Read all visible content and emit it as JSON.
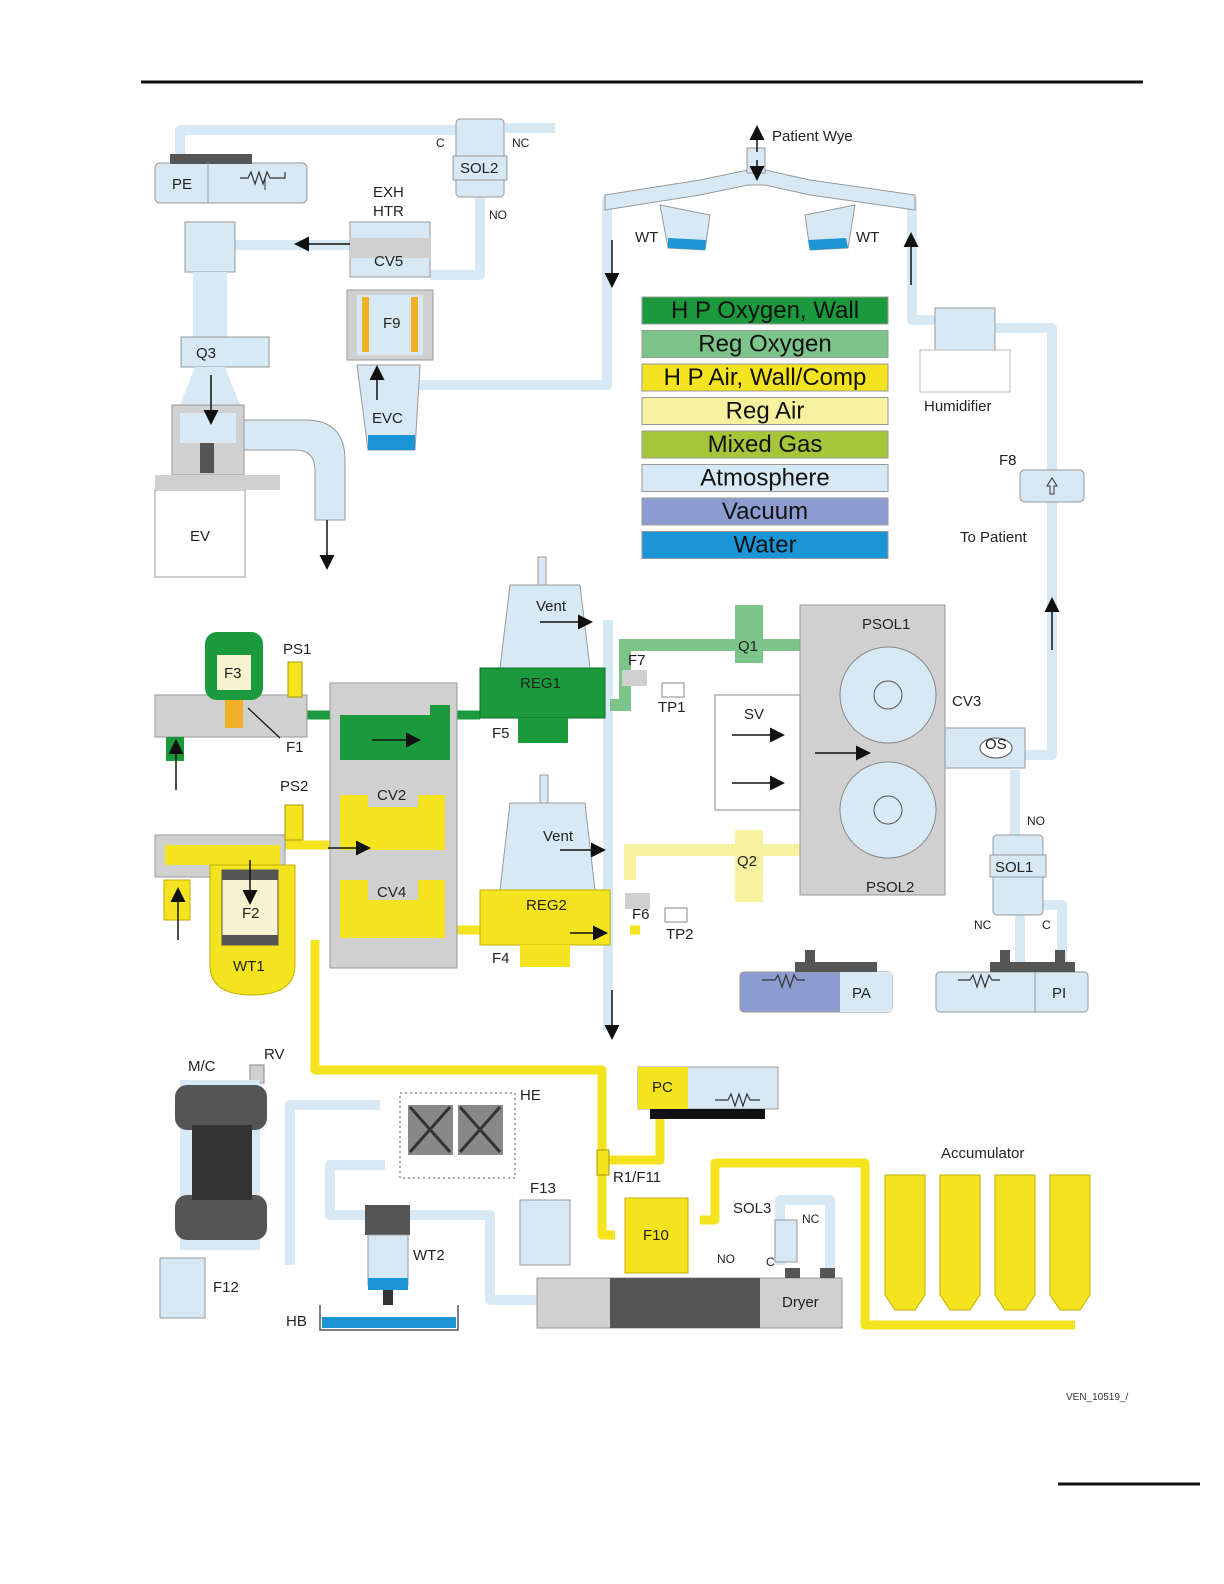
{
  "colors": {
    "hp_oxygen": "#1a9a3c",
    "reg_oxygen": "#7cc48a",
    "hp_air": "#f3e41f",
    "reg_air": "#f7f2a0",
    "mixed_gas": "#a6c63a",
    "atmosphere": "#d6e9f5",
    "vacuum": "#8d9cd0",
    "water": "#1a95d6",
    "component_gray": "#d0d0d0",
    "dark_gray": "#555555"
  },
  "legend": [
    {
      "label": "H P Oxygen, Wall",
      "color": "#1a9a3c"
    },
    {
      "label": "Reg Oxygen",
      "color": "#7cc48a"
    },
    {
      "label": "H P Air, Wall/Comp",
      "color": "#f3e41f"
    },
    {
      "label": "Reg Air",
      "color": "#f7f2a0"
    },
    {
      "label": "Mixed Gas",
      "color": "#a6c63a"
    },
    {
      "label": "Atmosphere",
      "color": "#d6e9f5"
    },
    {
      "label": "Vacuum",
      "color": "#8d9cd0"
    },
    {
      "label": "Water",
      "color": "#1a95d6"
    }
  ],
  "labels": {
    "pe": "PE",
    "sol2": "SOL2",
    "c_sol2": "C",
    "nc_sol2": "NC",
    "no_sol2": "NO",
    "exh_htr_1": "EXH",
    "exh_htr_2": "HTR",
    "cv5": "CV5",
    "f9": "F9",
    "evc": "EVC",
    "q3": "Q3",
    "ev": "EV",
    "patient_wye": "Patient Wye",
    "wt_left": "WT",
    "wt_right": "WT",
    "humidifier": "Humidifier",
    "f8": "F8",
    "to_patient": "To Patient",
    "vent1": "Vent",
    "vent2": "Vent",
    "f3": "F3",
    "ps1": "PS1",
    "f1": "F1",
    "reg1": "REG1",
    "f5": "F5",
    "f7": "F7",
    "tp1": "TP1",
    "q1": "Q1",
    "psol1": "PSOL1",
    "sv": "SV",
    "cv3": "CV3",
    "os": "OS",
    "ps2": "PS2",
    "cv2": "CV2",
    "cv4": "CV4",
    "f2": "F2",
    "wt1": "WT1",
    "reg2": "REG2",
    "f6": "F6",
    "f4": "F4",
    "tp2": "TP2",
    "q2": "Q2",
    "psol2": "PSOL2",
    "no_sol1": "NO",
    "sol1": "SOL1",
    "nc_sol1": "NC",
    "c_sol1": "C",
    "pa": "PA",
    "pi": "PI",
    "mc": "M/C",
    "rv": "RV",
    "he": "HE",
    "pc": "PC",
    "r1f11": "R1/F11",
    "accumulator": "Accumulator",
    "sol3": "SOL3",
    "nc_sol3": "NC",
    "no_sol3": "NO",
    "c_sol3": "C",
    "f13": "F13",
    "f10": "F10",
    "wt2": "WT2",
    "f12": "F12",
    "hb": "HB",
    "dryer": "Dryer"
  },
  "doc_id": "VEN_10519_/"
}
